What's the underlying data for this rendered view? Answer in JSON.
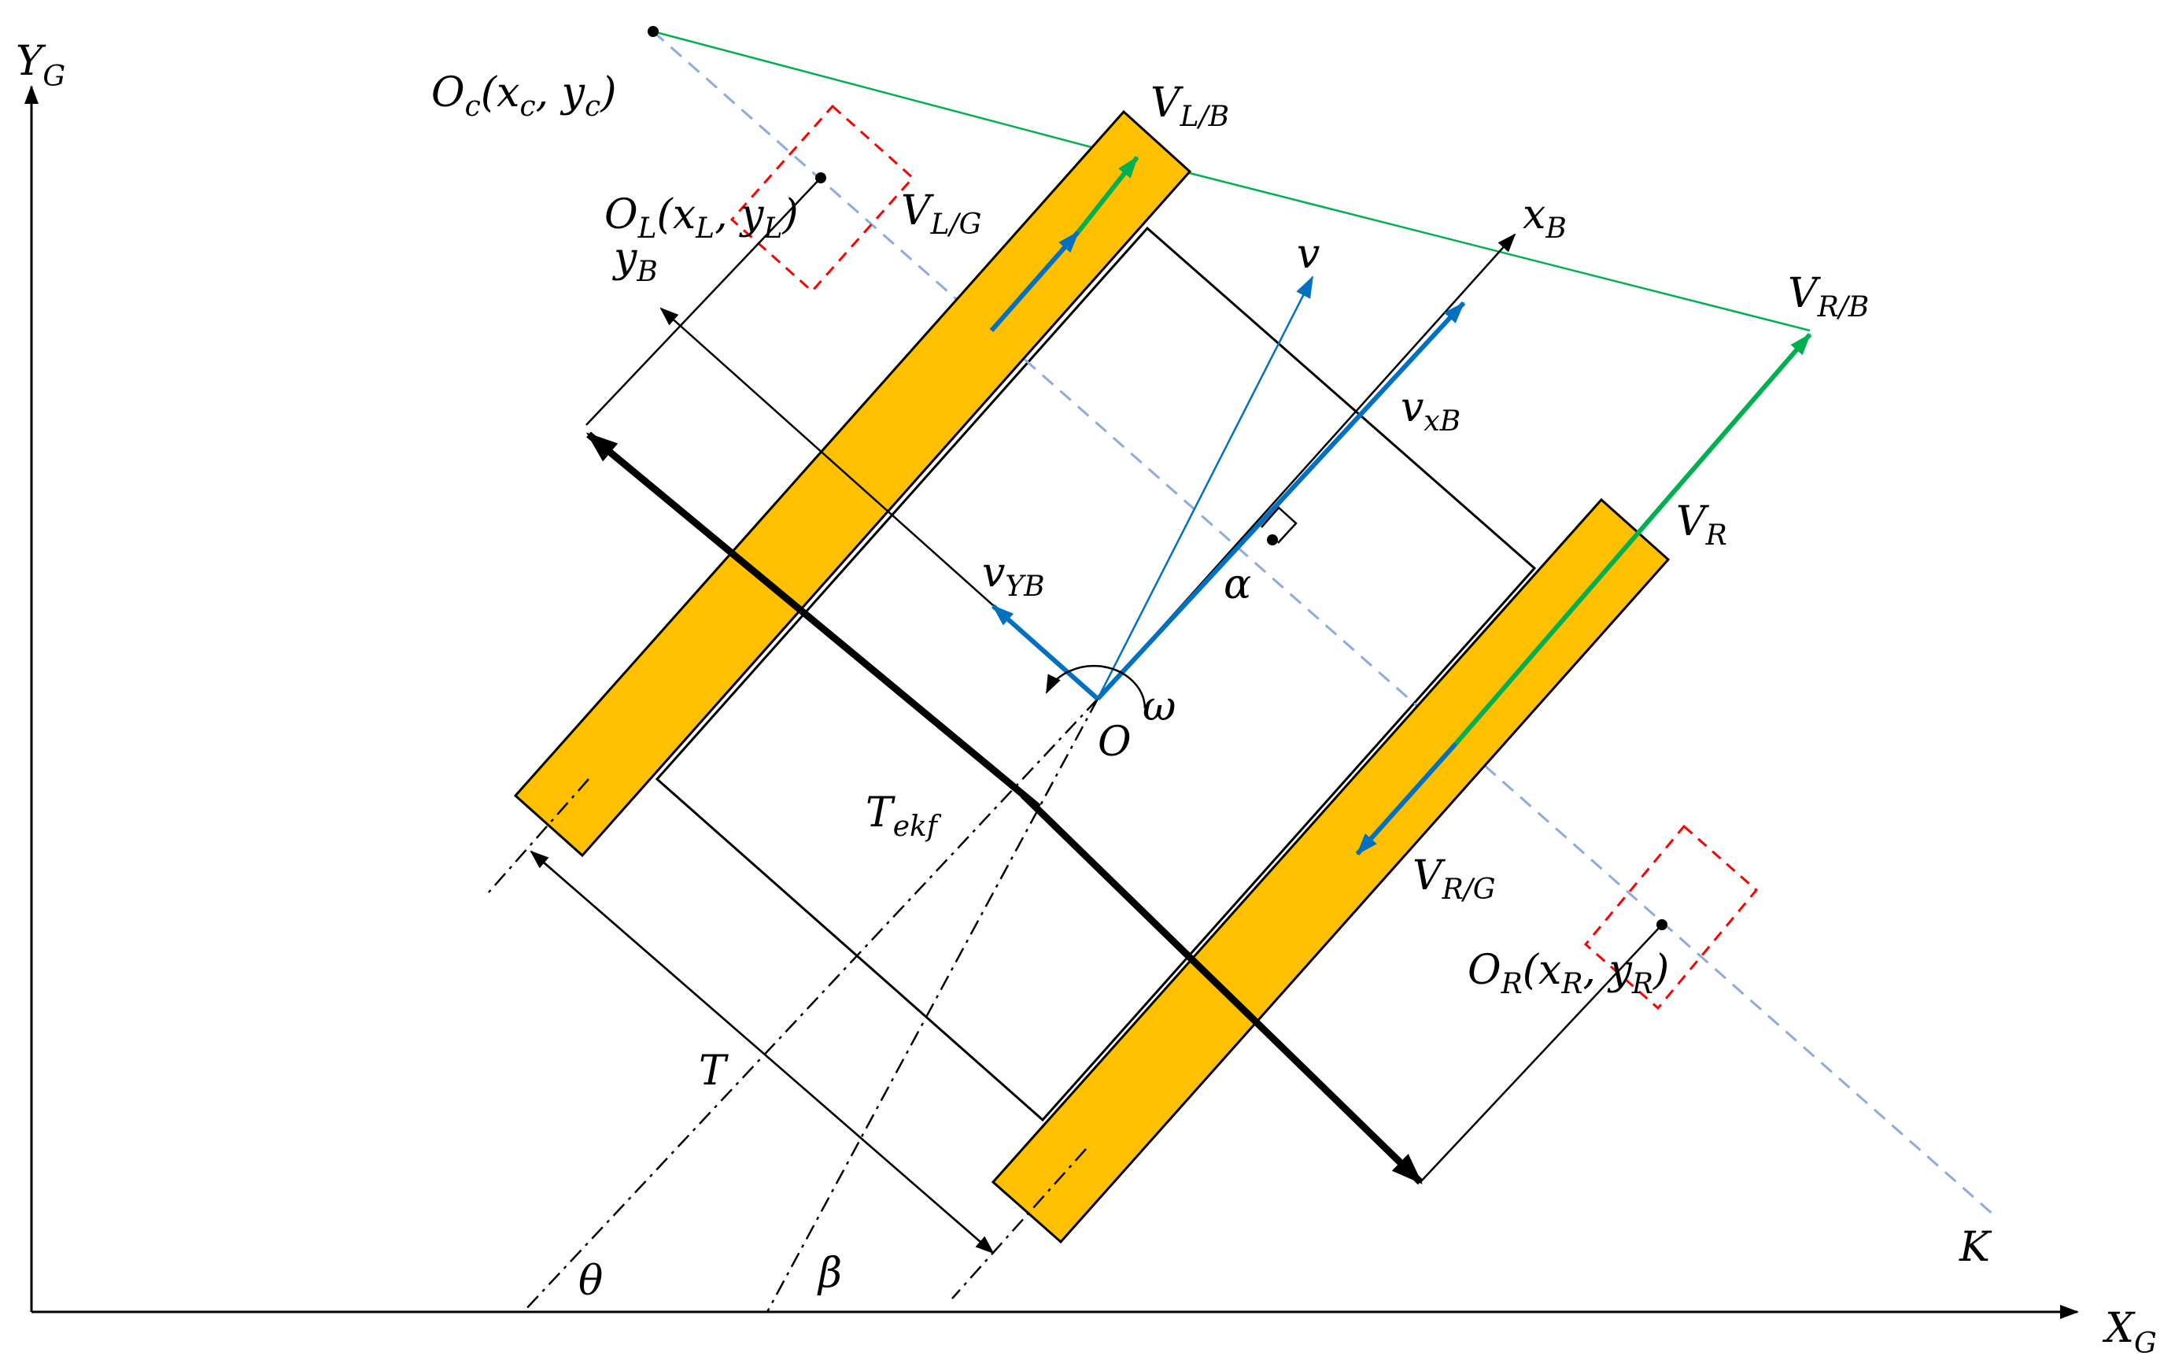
{
  "axes": {
    "x": {
      "base": "X",
      "sub": "G"
    },
    "y": {
      "base": "Y",
      "sub": "G"
    }
  },
  "labels": {
    "oc": {
      "base": "O",
      "sub": "c",
      "rest_pre": "(x",
      "sub2": "c",
      "mid": ", y",
      "sub3": "c",
      "end": ")"
    },
    "ol": {
      "base": "O",
      "sub": "L",
      "rest_pre": "(x",
      "sub2": "L",
      "mid": ", y",
      "sub3": "L",
      "end": ")"
    },
    "or": {
      "base": "O",
      "sub": "R",
      "rest_pre": "(x",
      "sub2": "R",
      "mid": ", y",
      "sub3": "R",
      "end": ")"
    },
    "vlb": {
      "base": "V",
      "sub": "L/B"
    },
    "vlg": {
      "base": "V",
      "sub": "L/G"
    },
    "vrb": {
      "base": "V",
      "sub": "R/B"
    },
    "vr": {
      "base": "V",
      "sub": "R"
    },
    "vrg": {
      "base": "V",
      "sub": "R/G"
    },
    "xb": {
      "base": "x",
      "sub": "B"
    },
    "yb": {
      "base": "y",
      "sub": "B"
    },
    "v": "v",
    "vxb": {
      "base": "v",
      "sub": "xB"
    },
    "vyb": {
      "base": "v",
      "sub": "YB"
    },
    "alpha": "α",
    "omega": "ω",
    "o": "O",
    "tekf": {
      "base": "T",
      "sub": "ekf"
    },
    "t": "T",
    "theta": "θ",
    "beta": "β",
    "k": "K"
  },
  "colors": {
    "wheel_fill": "#FFC000",
    "wheel_stroke": "#000000",
    "green": "#00B050",
    "light_green": "#00B050",
    "blue": "#0070C0",
    "dashed_blue": "#8FAADC",
    "dashed_red": "#FF0000",
    "black": "#000000"
  }
}
